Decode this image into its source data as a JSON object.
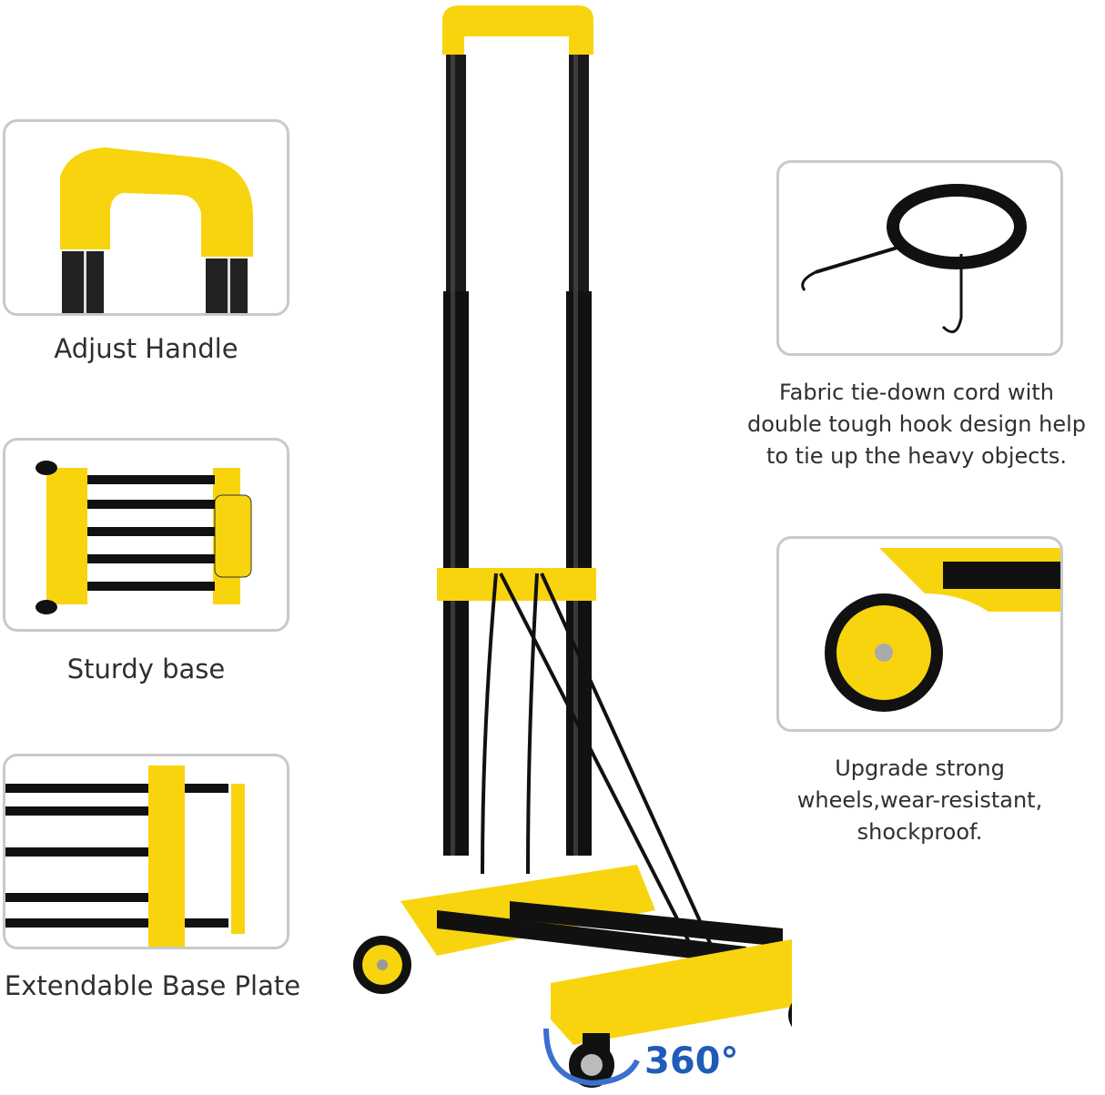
{
  "features": {
    "adjust_handle": {
      "label": "Adjust Handle",
      "icon": "handle-icon"
    },
    "sturdy_base": {
      "label": "Sturdy base",
      "icon": "base-icon"
    },
    "extendable_base": {
      "label": "Extendable Base Plate",
      "icon": "base-plate-icon"
    },
    "tie_down": {
      "lines": [
        "Fabric tie-down cord with",
        "double tough hook design help",
        "to tie up the heavy objects."
      ],
      "icon": "bungee-cord-icon"
    },
    "wheels": {
      "lines": [
        "Upgrade strong",
        "wheels,wear-resistant,",
        "shockproof."
      ],
      "icon": "wheel-icon"
    }
  },
  "rotation": {
    "label": "360°",
    "icon": "rotate-arrow-icon"
  },
  "colors": {
    "yellow": "#f8d40e",
    "black": "#111111",
    "blue": "#1f5bb8",
    "border": "#c9c9c9"
  }
}
